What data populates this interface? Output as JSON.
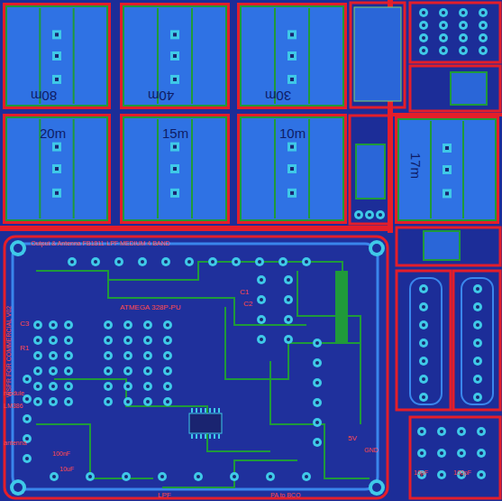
{
  "diagram": {
    "nodes": [
      {
        "text": [
          "80m"
        ]
      },
      {
        "text": [
          "40m"
        ]
      },
      {
        "text": [
          "30m"
        ]
      },
      {
        "text": [
          "20m"
        ]
      },
      {
        "text": [
          "15m"
        ]
      },
      {
        "text": [
          "10m"
        ]
      },
      {
        "text": [
          "17m"
        ]
      }
    ],
    "labels": [
      "Output & Antenna FB1811",
      "LPF MEDIUM 4 BAND",
      "ATMEGA 328P-PU",
      "WSPR FOR COMMERCIAL V02",
      "C1",
      "C2",
      "C3",
      "R1",
      "module",
      "LM386",
      "antenna",
      "100nF",
      "10uF",
      "LPF",
      "PA to BCO",
      "5V",
      "10pF",
      "100pF",
      "GND"
    ]
  }
}
